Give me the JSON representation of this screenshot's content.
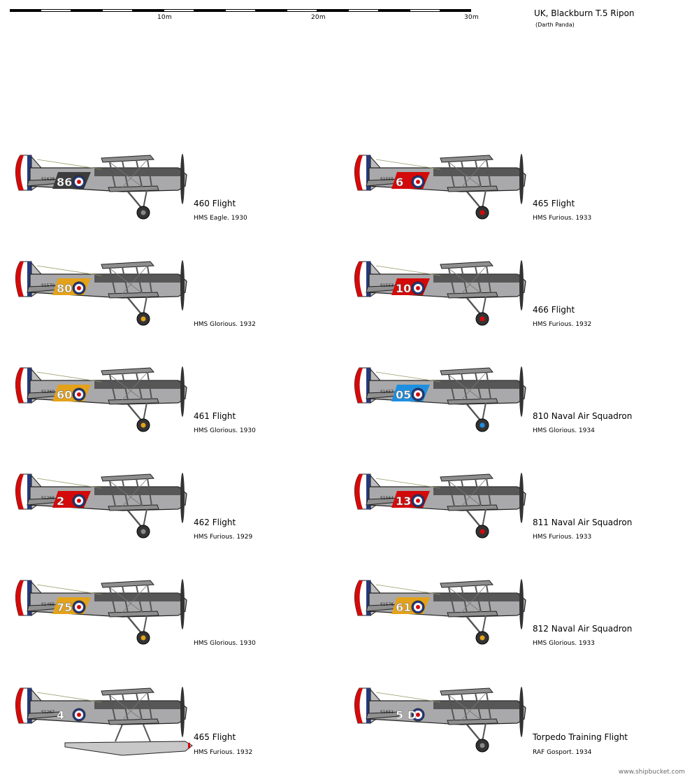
{
  "header": {
    "title": "UK, Blackburn T.5 Ripon",
    "author": "(Darth Panda)"
  },
  "scale": {
    "labels": [
      "10m",
      "20m",
      "30m"
    ]
  },
  "colors": {
    "fuselage_grey": "#a9a9ab",
    "dark_grey": "#3c3c3c",
    "red": "#d40a0a",
    "yellow": "#e3a21a",
    "blue_roundel": "#253a7d",
    "light_blue": "#1e8fe0",
    "outline": "#222222"
  },
  "aircraft": [
    {
      "serial": "S1628",
      "code": "86",
      "squadron": "460 Flight",
      "ship": "HMS Eagle. 1930",
      "band": "dark",
      "hub": "grey",
      "float": false
    },
    {
      "serial": "S1555",
      "code": "6",
      "squadron": "465 Flight",
      "ship": "HMS Furious. 1933",
      "band": "red",
      "hub": "red",
      "float": false
    },
    {
      "serial": "S1570",
      "code": "80",
      "squadron": "",
      "ship": "HMS Glorious. 1932",
      "band": "yellow",
      "hub": "yellow",
      "float": false
    },
    {
      "serial": "S1553",
      "code": "10",
      "squadron": "466 Flight",
      "ship": "HMS Furious. 1932",
      "band": "red",
      "hub": "red",
      "float": false
    },
    {
      "serial": "S1360",
      "code": "60",
      "squadron": "461 Flight",
      "ship": "HMS Glorious. 1930",
      "band": "yellow",
      "hub": "yellow",
      "float": false
    },
    {
      "serial": "S1657",
      "code": "05",
      "squadron": "810 Naval Air Squadron",
      "ship": "HMS Glorious. 1934",
      "band": "lightblue",
      "hub": "lightblue",
      "float": false
    },
    {
      "serial": "S1266",
      "code": "2",
      "squadron": "462 Flight",
      "ship": "HMS Furious. 1929",
      "band": "red",
      "hub": "grey",
      "float": false
    },
    {
      "serial": "S1564",
      "code": "13",
      "squadron": "811 Naval Air Squadron",
      "ship": "HMS Furious. 1933",
      "band": "red",
      "hub": "red",
      "float": false
    },
    {
      "serial": "S1465",
      "code": "75",
      "squadron": "",
      "ship": "HMS Glorious. 1930",
      "band": "yellow",
      "hub": "yellow",
      "float": false
    },
    {
      "serial": "S1576",
      "code": "61",
      "squadron": "812 Naval Air Squadron",
      "ship": "HMS Glorious. 1933",
      "band": "yellow",
      "hub": "yellow",
      "float": false
    },
    {
      "serial": "S1267",
      "code": "4",
      "squadron": "465 Flight",
      "ship": "HMS Furious. 1932",
      "band": "none",
      "hub": "grey",
      "float": true
    },
    {
      "serial": "S1651",
      "code": "5 D",
      "squadron": "Torpedo Training Flight",
      "ship": "RAF Gosport. 1934",
      "band": "none",
      "hub": "grey",
      "float": false
    }
  ],
  "footer": {
    "watermark": "www.shipbucket.com"
  }
}
